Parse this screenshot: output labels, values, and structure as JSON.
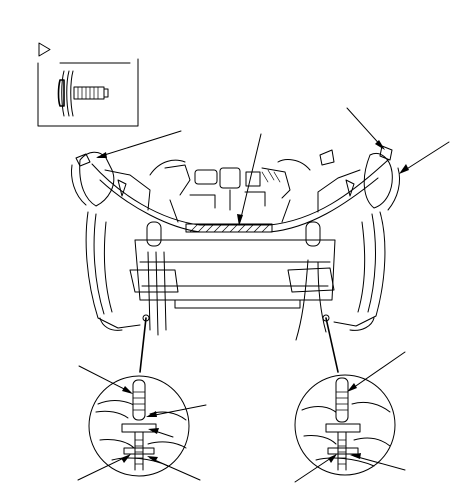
{
  "diagram": {
    "description_tags": [
      "bumper-assembly",
      "clip-detail-view",
      "bolt-detail-left",
      "bolt-detail-right"
    ],
    "colors": {
      "ink": "#000000",
      "paper": "#ffffff"
    },
    "icons": {
      "view_marker": "triangle-pointer-icon",
      "clip": "push-clip-icon"
    }
  }
}
